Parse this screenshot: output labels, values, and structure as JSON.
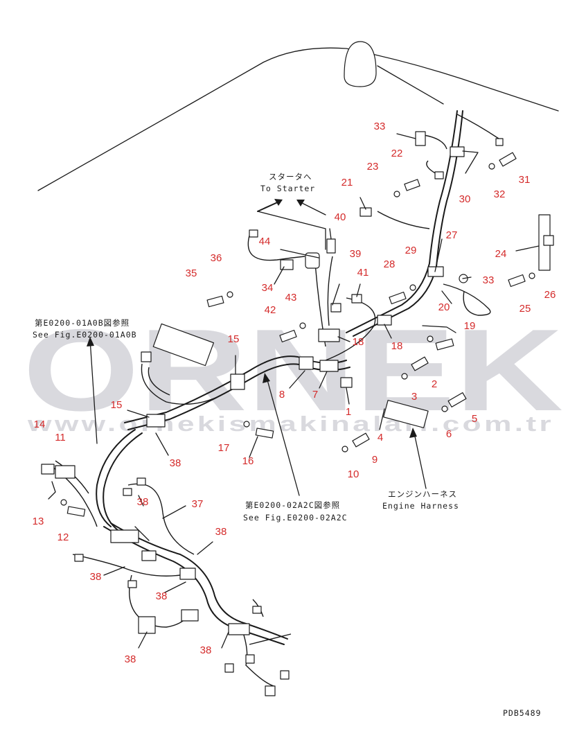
{
  "watermark": {
    "brand": "ORNEK",
    "url": "www.ornekismakinalari.com.tr"
  },
  "annotations": {
    "starter_jp": "スタータへ",
    "starter_en": "To Starter",
    "fig_a_jp": "第E0200-01A0B図参照",
    "fig_a_en": "See Fig.E0200-01A0B",
    "fig_b_jp": "第E0200-02A2C図参照",
    "fig_b_en": "See Fig.E0200-02A2C",
    "engine_jp": "エンジンハーネス",
    "engine_en": "Engine Harness",
    "drawing_code": "PDB5489"
  },
  "callouts": [
    {
      "id": "c33a",
      "label": "33"
    },
    {
      "id": "c22",
      "label": "22"
    },
    {
      "id": "c23",
      "label": "23"
    },
    {
      "id": "c21",
      "label": "21"
    },
    {
      "id": "c30",
      "label": "30"
    },
    {
      "id": "c32",
      "label": "32"
    },
    {
      "id": "c31",
      "label": "31"
    },
    {
      "id": "c40",
      "label": "40"
    },
    {
      "id": "c39",
      "label": "39"
    },
    {
      "id": "c41",
      "label": "41"
    },
    {
      "id": "c44",
      "label": "44"
    },
    {
      "id": "c36",
      "label": "36"
    },
    {
      "id": "c35",
      "label": "35"
    },
    {
      "id": "c34",
      "label": "34"
    },
    {
      "id": "c43",
      "label": "43"
    },
    {
      "id": "c42",
      "label": "42"
    },
    {
      "id": "c28",
      "label": "28"
    },
    {
      "id": "c29",
      "label": "29"
    },
    {
      "id": "c27",
      "label": "27"
    },
    {
      "id": "c24",
      "label": "24"
    },
    {
      "id": "c33b",
      "label": "33"
    },
    {
      "id": "c26",
      "label": "26"
    },
    {
      "id": "c25",
      "label": "25"
    },
    {
      "id": "c20",
      "label": "20"
    },
    {
      "id": "c19",
      "label": "19"
    },
    {
      "id": "c18a",
      "label": "18"
    },
    {
      "id": "c18b",
      "label": "18"
    },
    {
      "id": "c15a",
      "label": "15"
    },
    {
      "id": "c15b",
      "label": "15"
    },
    {
      "id": "c8",
      "label": "8"
    },
    {
      "id": "c7",
      "label": "7"
    },
    {
      "id": "c1",
      "label": "1"
    },
    {
      "id": "c2",
      "label": "2"
    },
    {
      "id": "c3",
      "label": "3"
    },
    {
      "id": "c4",
      "label": "4"
    },
    {
      "id": "c5",
      "label": "5"
    },
    {
      "id": "c6",
      "label": "6"
    },
    {
      "id": "c9",
      "label": "9"
    },
    {
      "id": "c10",
      "label": "10"
    },
    {
      "id": "c14",
      "label": "14"
    },
    {
      "id": "c11",
      "label": "11"
    },
    {
      "id": "c17",
      "label": "17"
    },
    {
      "id": "c16",
      "label": "16"
    },
    {
      "id": "c38a",
      "label": "38"
    },
    {
      "id": "c38b",
      "label": "38"
    },
    {
      "id": "c37",
      "label": "37"
    },
    {
      "id": "c13",
      "label": "13"
    },
    {
      "id": "c12",
      "label": "12"
    },
    {
      "id": "c38c",
      "label": "38"
    },
    {
      "id": "c38d",
      "label": "38"
    },
    {
      "id": "c38e",
      "label": "38"
    },
    {
      "id": "c38f",
      "label": "38"
    },
    {
      "id": "c38g",
      "label": "38"
    }
  ]
}
